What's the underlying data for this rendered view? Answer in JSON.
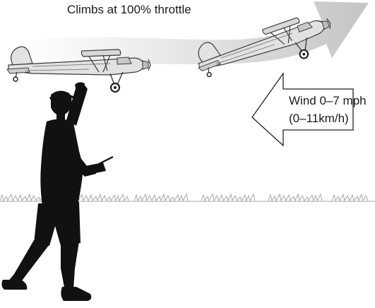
{
  "captions": {
    "climb": "Climbs at 100% throttle",
    "wind_speed": "Wind 0–7 mph",
    "wind_metric": "(0–11km/h)"
  },
  "icons": {
    "climb_path": "curved-arrow-icon",
    "plane_launch": "rc-airplane-icon",
    "plane_climbing": "rc-airplane-icon",
    "pilot": "person-silhouette-icon",
    "transmitter": "rc-transmitter-icon",
    "wind": "wind-arrow-icon",
    "ground": "grass-icon"
  },
  "colors": {
    "silhouette": "#111111",
    "airplane_fill": "#e2e2e2",
    "airplane_line": "#3a3a3a",
    "climb_arrow_light": "#f6f6f6",
    "climb_arrow_dark": "#c8c8c8",
    "grass": "#a6a6a6"
  }
}
